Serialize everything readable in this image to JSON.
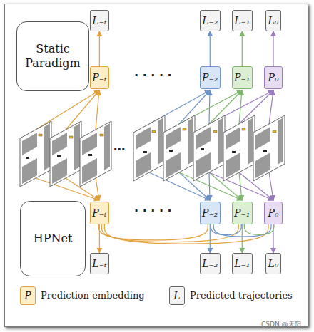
{
  "diagram": {
    "nodes": [
      {
        "text": [
          "Static Paradigm"
        ]
      },
      {
        "text": [
          "L₋ₜ"
        ]
      },
      {
        "text": [
          "L₋₂"
        ]
      },
      {
        "text": [
          "L₋₁"
        ]
      },
      {
        "text": [
          "L₀"
        ]
      },
      {
        "text": [
          "P₋ₜ"
        ]
      },
      {
        "text": [
          "P₋₂"
        ]
      },
      {
        "text": [
          "P₋₁"
        ]
      },
      {
        "text": [
          "P₀"
        ]
      },
      {
        "text": [
          "HPNet"
        ]
      },
      {
        "text": [
          "P₋ₜ"
        ]
      },
      {
        "text": [
          "P₋₂"
        ]
      },
      {
        "text": [
          "P₋₁"
        ]
      },
      {
        "text": [
          "P₀"
        ]
      },
      {
        "text": [
          "L₋ₜ"
        ]
      },
      {
        "text": [
          "L₋₂"
        ]
      },
      {
        "text": [
          "L₋₁"
        ]
      },
      {
        "text": [
          "L₀"
        ]
      }
    ],
    "edges": [
      {
        "from": 5,
        "to": 1,
        "arrow": "to"
      },
      {
        "from": 6,
        "to": 2,
        "arrow": "to"
      },
      {
        "from": 7,
        "to": 3,
        "arrow": "to"
      },
      {
        "from": 8,
        "to": 4,
        "arrow": "to"
      },
      {
        "from": 10,
        "to": 14,
        "arrow": "to"
      },
      {
        "from": 11,
        "to": 15,
        "arrow": "to"
      },
      {
        "from": 12,
        "to": 16,
        "arrow": "to"
      },
      {
        "from": 13,
        "to": 17,
        "arrow": "to"
      },
      {
        "from": 10,
        "to": 11,
        "arrow": "none"
      },
      {
        "from": 10,
        "to": 12,
        "arrow": "none"
      },
      {
        "from": 10,
        "to": 13,
        "arrow": "none"
      },
      {
        "from": 11,
        "to": 12,
        "arrow": "none"
      },
      {
        "from": 11,
        "to": 13,
        "arrow": "none"
      },
      {
        "from": 12,
        "to": 13,
        "arrow": "none"
      }
    ],
    "labels": [
      "· · · · ·",
      "· · · · ·",
      "⋯",
      "P",
      "L",
      "CSDN @天阳"
    ],
    "legend": [
      {
        "text": "Prediction embedding",
        "color": "#fdeec8"
      },
      {
        "text": "Predicted trajectories",
        "color": "#f3f3f3"
      }
    ]
  }
}
